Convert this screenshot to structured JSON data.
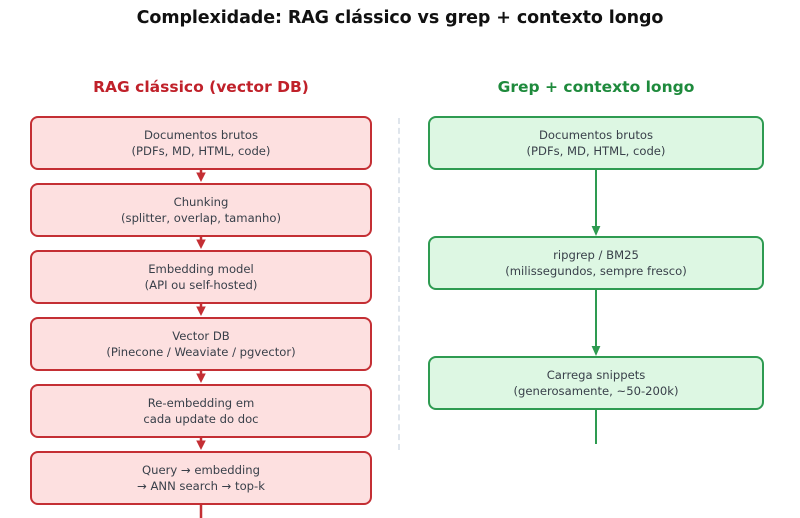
{
  "title": "Complexidade: RAG clássico vs grep + contexto longo",
  "colors": {
    "title": "#111111",
    "left_accent": "#c0212a",
    "right_accent": "#1e8a3c",
    "left_box_fill": "#fde0e0",
    "left_box_border": "#c42f34",
    "right_box_fill": "#ddf7e3",
    "right_box_border": "#2e9b51",
    "divider": "#dfe5ec",
    "node_text": "#39404a",
    "background": "#ffffff"
  },
  "divider": {
    "style": "dashed",
    "orientation": "vertical"
  },
  "columns": [
    {
      "id": "rag-classico",
      "heading": "RAG clássico (vector DB)",
      "nodes": [
        {
          "line1": "Documentos brutos",
          "line2": "(PDFs, MD, HTML, code)"
        },
        {
          "line1": "Chunking",
          "line2": "(splitter, overlap, tamanho)"
        },
        {
          "line1": "Embedding model",
          "line2": "(API ou self-hosted)"
        },
        {
          "line1": "Vector DB",
          "line2": "(Pinecone / Weaviate / pgvector)"
        },
        {
          "line1": "Re-embedding em",
          "line2": "cada update do doc"
        },
        {
          "line1": "Query → embedding",
          "line2": "→ ANN search → top-k"
        }
      ]
    },
    {
      "id": "grep-contexto-longo",
      "heading": "Grep + contexto longo",
      "nodes": [
        {
          "line1": "Documentos brutos",
          "line2": "(PDFs, MD, HTML, code)"
        },
        {
          "line1": "ripgrep / BM25",
          "line2": "(milissegundos, sempre fresco)"
        },
        {
          "line1": "Carrega snippets",
          "line2": "(generosamente, ~50-200k)"
        }
      ]
    }
  ]
}
